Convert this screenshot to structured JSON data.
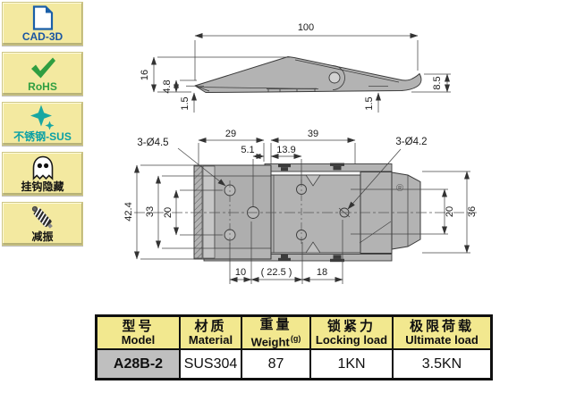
{
  "sidebar": {
    "items": [
      {
        "label": "CAD-3D",
        "icon": "cad-document-icon",
        "color": "#1a55a2"
      },
      {
        "label": "RoHS",
        "icon": "rohs-check-icon",
        "color": "#2f9e41"
      },
      {
        "label": "不锈钢-SUS",
        "icon": "sparkle-star-icon",
        "color": "#0aa0a5"
      },
      {
        "label": "挂钩隐藏",
        "icon": "ghost-icon",
        "color": "#111111"
      },
      {
        "label": "减振",
        "icon": "shock-absorber-icon",
        "color": "#111111"
      }
    ]
  },
  "drawing": {
    "side_view": {
      "w100": "100",
      "h16": "16",
      "h48": "4.8",
      "t15_left": "1.5",
      "t15_right": "1.5",
      "h85": "8.5"
    },
    "top_view": {
      "w29": "29",
      "w39": "39",
      "w51": "5.1",
      "w139": "13.9",
      "holes_left": "3-Ø4.5",
      "holes_right": "3-Ø4.2",
      "h424": "42.4",
      "h33": "33",
      "h20_left": "20",
      "h20_right": "20",
      "h36": "36",
      "b10": "10",
      "b225": "( 22.5 )",
      "b18": "18",
      "reg": "®"
    },
    "metal_color": "#b3b3b3",
    "line_color": "#3a3a3a"
  },
  "table": {
    "columns": [
      {
        "zh": "型号",
        "en": "Model"
      },
      {
        "zh": "材质",
        "en": "Material"
      },
      {
        "zh": "重量",
        "en": "Weight",
        "sup": "(g)"
      },
      {
        "zh": "锁紧力",
        "en": "Locking load"
      },
      {
        "zh": "极限荷载",
        "en": "Ultimate load"
      }
    ],
    "row": {
      "model": "A28B-2",
      "material": "SUS304",
      "weight": "87",
      "locking_load": "1KN",
      "ultimate_load": "3.5KN"
    }
  }
}
